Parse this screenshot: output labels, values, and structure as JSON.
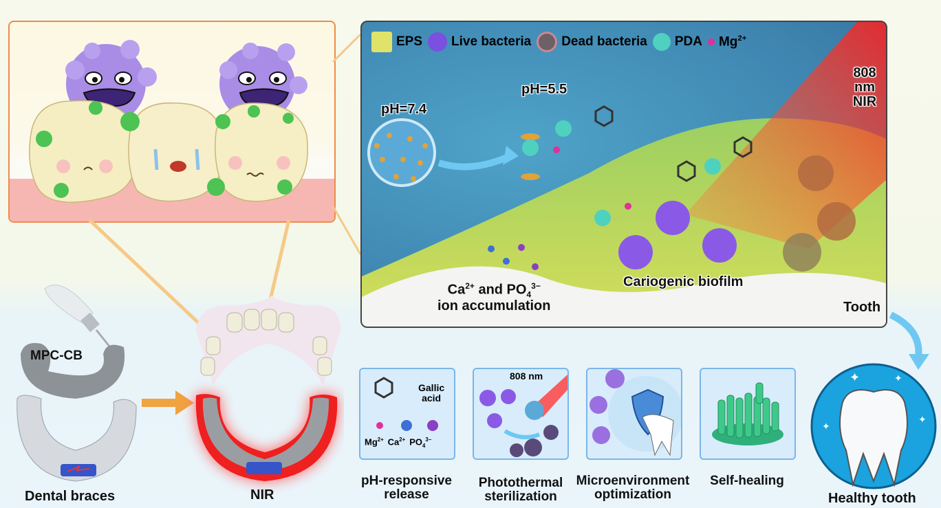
{
  "caries_panel": {
    "description": "Cartoon of purple bacteria eating decayed teeth with green plaque"
  },
  "legend": {
    "items": [
      {
        "label": "EPS",
        "icon": "eps-swatch-icon",
        "color": "#dfe36a"
      },
      {
        "label": "Live bacteria",
        "icon": "live-bacteria-icon",
        "color": "#7b4fe0"
      },
      {
        "label": "Dead bacteria",
        "icon": "dead-bacteria-icon",
        "color": "#6d6066"
      },
      {
        "label": "PDA",
        "icon": "pda-sphere-icon",
        "color": "#4fd1c0"
      },
      {
        "label": "Mg",
        "sup": "2+",
        "icon": "mg-ion-icon",
        "color": "#e0309a"
      }
    ]
  },
  "main_panel": {
    "ph_neutral": "pH=7.4",
    "ph_acidic": "pH=5.5",
    "laser_wavelength": "808 nm",
    "laser_type": "NIR",
    "ion_label_line1_a": "Ca",
    "ion_label_line1_a_sup": "2+",
    "ion_label_line1_b": " and PO",
    "ion_label_line1_b_sub": "4",
    "ion_label_line1_b_sup": "3−",
    "ion_label_line2": "ion accumulation",
    "biofilm_label": "Cariogenic biofilm",
    "tooth_label": "Tooth"
  },
  "left_bottom": {
    "mpc_label": "MPC-CB",
    "braces_label": "Dental braces",
    "nir_label": "NIR"
  },
  "features": [
    {
      "caption_line1": "pH-responsive",
      "caption_line2": "release",
      "card_text": "Gallic",
      "card_text2": "acid",
      "ions": [
        {
          "label": "Mg",
          "sup": "2+",
          "color": "#e0309a"
        },
        {
          "label": "Ca",
          "sup": "2+",
          "color": "#3d6fd6"
        },
        {
          "label": "PO",
          "sub": "4",
          "sup": "3−",
          "color": "#8a3fc4"
        }
      ]
    },
    {
      "caption_line1": "Photothermal",
      "caption_line2": "sterilization",
      "card_text": "808 nm"
    },
    {
      "caption_line1": "Microenvironment",
      "caption_line2": "optimization"
    },
    {
      "caption_line1": "Self-healing",
      "caption_line2": ""
    }
  ],
  "healthy": {
    "label": "Healthy tooth"
  },
  "colors": {
    "caries_border": "#f08a4b",
    "panel_border": "#444444",
    "card_border": "#7ab6e8",
    "laser_red": "#ff2a2a",
    "healthy_circle": "#1aa3df"
  }
}
